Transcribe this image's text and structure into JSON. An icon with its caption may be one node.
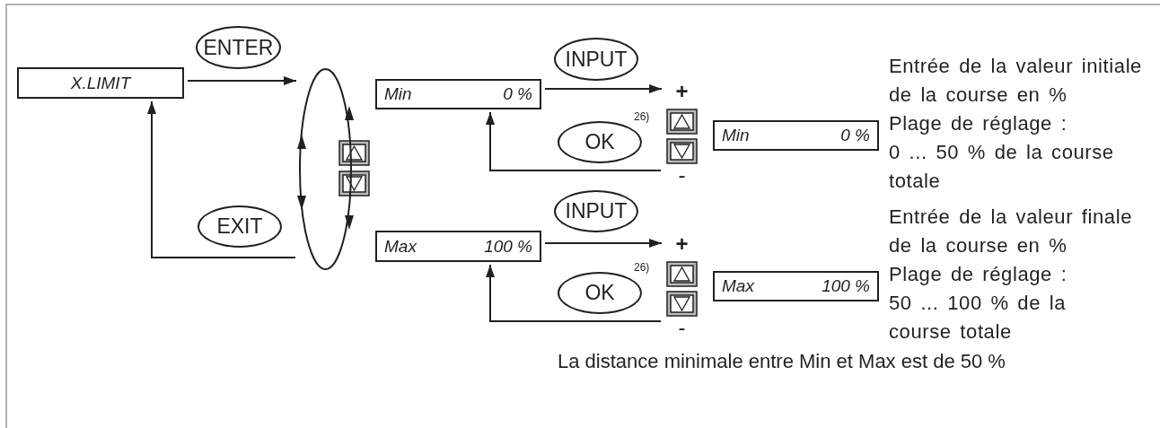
{
  "diagram": {
    "nodes": [
      {
        "text": [
          "X.LIMIT"
        ]
      },
      {
        "text": [],
        "shape": "ellipse"
      },
      {
        "text": [
          "Min",
          "0 %"
        ]
      },
      {
        "text": [
          "+",
          "-"
        ]
      },
      {
        "text": [
          "Min",
          "0 %"
        ],
        "beside": [
          "Entrée de la valeur initiale de la course en %",
          "Plage de réglage :",
          "0 ... 50 % de la course totale"
        ]
      },
      {
        "text": [
          "Max",
          "100 %"
        ]
      },
      {
        "text": [
          "+",
          "-"
        ]
      },
      {
        "text": [
          "Max",
          "100 %"
        ],
        "beside": [
          "Entrée de la valeur finale de la course en %",
          "Plage de réglage :",
          "50 ... 100 % de la course totale"
        ]
      }
    ],
    "edges": [
      {
        "from": 0,
        "to": 1,
        "arrow": "to",
        "label": "ENTER"
      },
      {
        "from": 1,
        "to": 0,
        "arrow": "to",
        "label": "EXIT"
      },
      {
        "from": 2,
        "to": 3,
        "arrow": "to",
        "label": "INPUT"
      },
      {
        "from": 3,
        "to": 2,
        "arrow": "to",
        "label": "OK"
      },
      {
        "from": 5,
        "to": 6,
        "arrow": "to",
        "label": "INPUT"
      },
      {
        "from": 6,
        "to": 5,
        "arrow": "to",
        "label": "OK"
      }
    ],
    "labels": [
      "26)",
      "26)",
      "La distance minimale entre Min et Max est de 50 %"
    ]
  }
}
